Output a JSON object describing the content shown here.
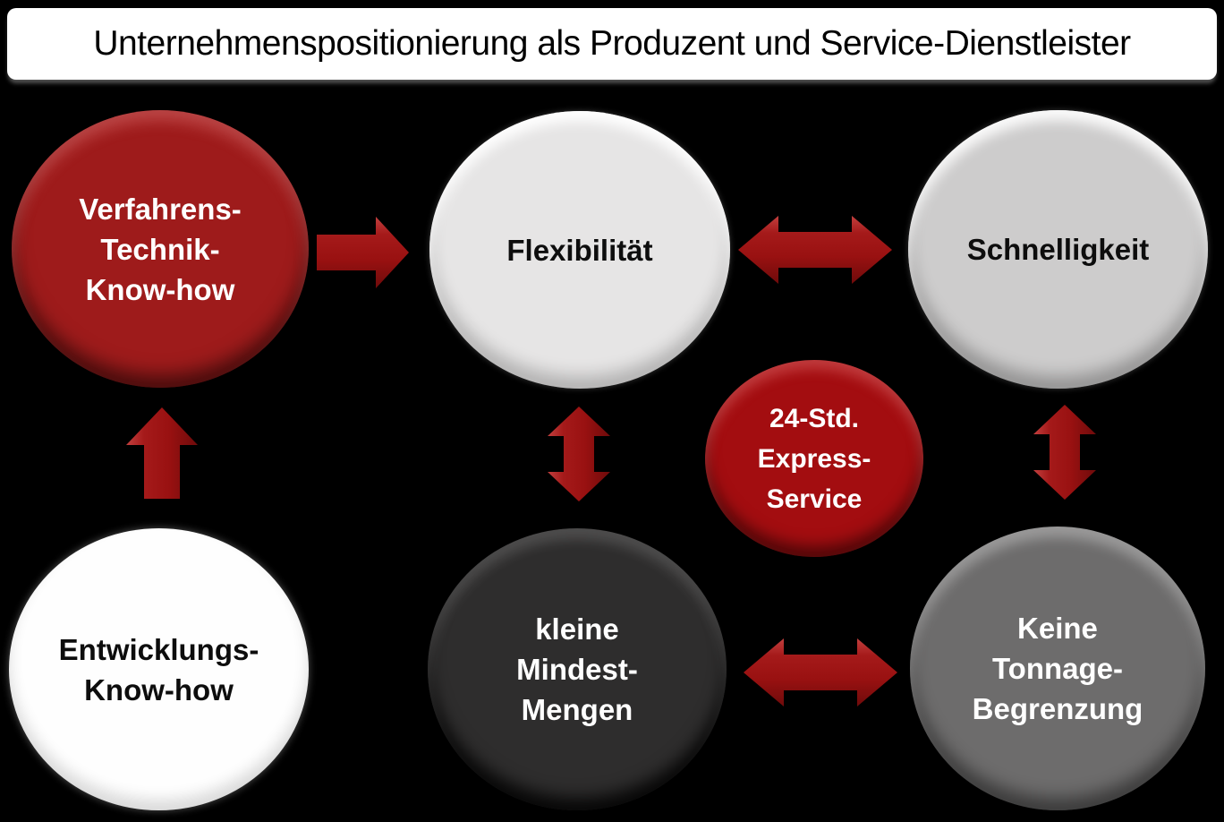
{
  "title": {
    "text": "Unternehmenspositionierung als Produzent und Service-Dienstleister"
  },
  "nodes": {
    "verfahrens": {
      "lines": [
        "Verfahrens-",
        "Technik-",
        "Know-how"
      ]
    },
    "flexibilitaet": {
      "lines": [
        "Flexibilität"
      ]
    },
    "schnelligkeit": {
      "lines": [
        "Schnelligkeit"
      ]
    },
    "express": {
      "lines": [
        "24-Std.",
        "Express-",
        "Service"
      ]
    },
    "entwicklungs": {
      "lines": [
        "Entwicklungs-",
        "Know-how"
      ]
    },
    "mindest": {
      "lines": [
        "kleine",
        "Mindest-",
        "Mengen"
      ]
    },
    "tonnage": {
      "lines": [
        "Keine",
        "Tonnage-",
        "Begrenzung"
      ]
    }
  },
  "connectors": [
    {
      "from": "Entwicklungs-Know-how",
      "to": "Verfahrens-Technik-Know-how",
      "type": "single-arrow-up"
    },
    {
      "from": "Verfahrens-Technik-Know-how",
      "to": "Flexibilität",
      "type": "single-arrow-right"
    },
    {
      "from": "Flexibilität",
      "to": "Schnelligkeit",
      "type": "double-arrow-horizontal"
    },
    {
      "from": "Flexibilität",
      "to": "kleine Mindest-Mengen",
      "type": "double-arrow-vertical"
    },
    {
      "from": "Schnelligkeit",
      "to": "Keine Tonnage-Begrenzung",
      "type": "double-arrow-vertical"
    },
    {
      "from": "kleine Mindest-Mengen",
      "to": "Keine Tonnage-Begrenzung",
      "type": "double-arrow-horizontal"
    }
  ],
  "colors": {
    "background": "#000000",
    "title_bg": "#ffffff",
    "title_text": "#000000",
    "dark_red_circle": "#9e1b1b",
    "bright_red_circle": "#a30d10",
    "arrow_red": "#9a1212",
    "light_gray_circle": "#e6e5e5",
    "medium_light_gray_circle": "#cdcccc",
    "white_circle": "#fefefe",
    "charcoal_circle": "#2e2d2d",
    "medium_gray_circle": "#6d6c6c"
  }
}
